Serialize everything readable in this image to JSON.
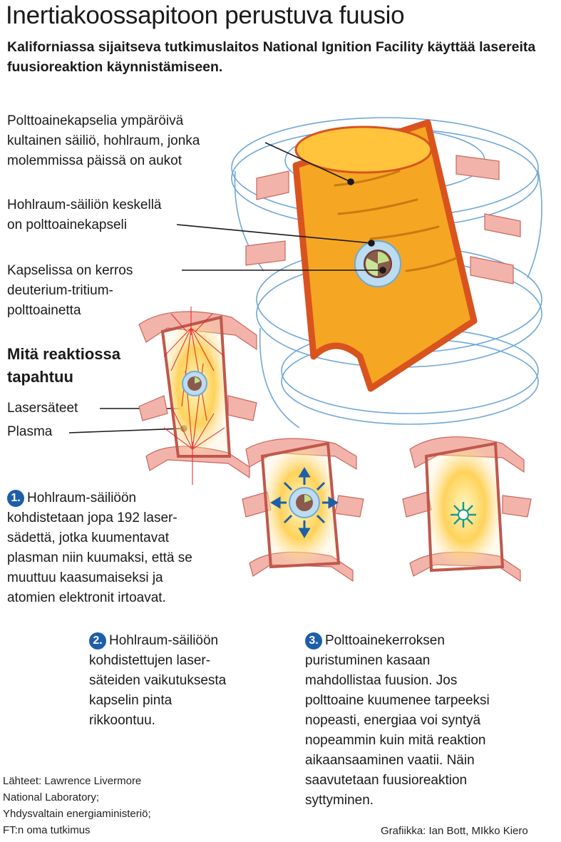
{
  "header": {
    "title": "Inertiakoossapitoon perustuva fuusio",
    "subtitle": "Kaliforniassa sijaitseva tutkimuslaitos National Ignition Facility käyttää lasereita fuusioreaktion käynnistämiseen."
  },
  "labels": {
    "hohlraum": "Polttoainekapselia ympäröivä\nkultainen säiliö, hohlraum, jonka\nmolemmissa päissä on aukot",
    "capsule": "Hohlraum-säiliön keskellä\non polttoainekapseli",
    "fuel_layer": "Kapselissa on kerros\ndeuterium-tritium-\npolttoainetta",
    "laser_beams": "Lasersäteet",
    "plasma": "Plasma"
  },
  "reaction": {
    "heading": "Mitä reaktiossa\ntapahtuu"
  },
  "steps": [
    {
      "number": "1.",
      "text": "Hohlraum-säiliöön\nkohdistetaan jopa 192 laser-\nsädettä, jotka kuumentavat\nplasman niin kuumaksi, että se\nmuuttuu kaasumaiseksi ja\natomien elektronit irtoavat."
    },
    {
      "number": "2.",
      "text": "Hohlraum-säiliöön\nkohdistettujen laser-\nsäteiden vaikutuksesta\nkapselin pinta\nrikkoontuu."
    },
    {
      "number": "3.",
      "text": "Polttoainekerroksen\npuristuminen kasaan\nmahdollistaa fuusion. Jos\npolttoaine kuumenee tarpeeksi\nnopeasti, energiaa voi syntyä\nnopeammin kuin mitä reaktion\naikaansaaminen vaatii. Näin\nsaavutetaan fuusioreaktion\nsyttyminen."
    }
  ],
  "footer": {
    "sources": "Lähteet: Lawrence Livermore\nNational Laboratory;\nYhdysvaltain energiaministeriö;\nFT:n oma tutkimus",
    "credit": "Grafiikka: Ian Bott, MIkko Kiero"
  },
  "colors": {
    "gold": "#f5a623",
    "gold_edge": "#d9531e",
    "ring_blue": "#6fa8d8",
    "ring_pink": "#e8958c",
    "capsule_blue": "#bcdcf2",
    "laser_red": "#e0262b",
    "badge_blue": "#1d5fa8"
  }
}
